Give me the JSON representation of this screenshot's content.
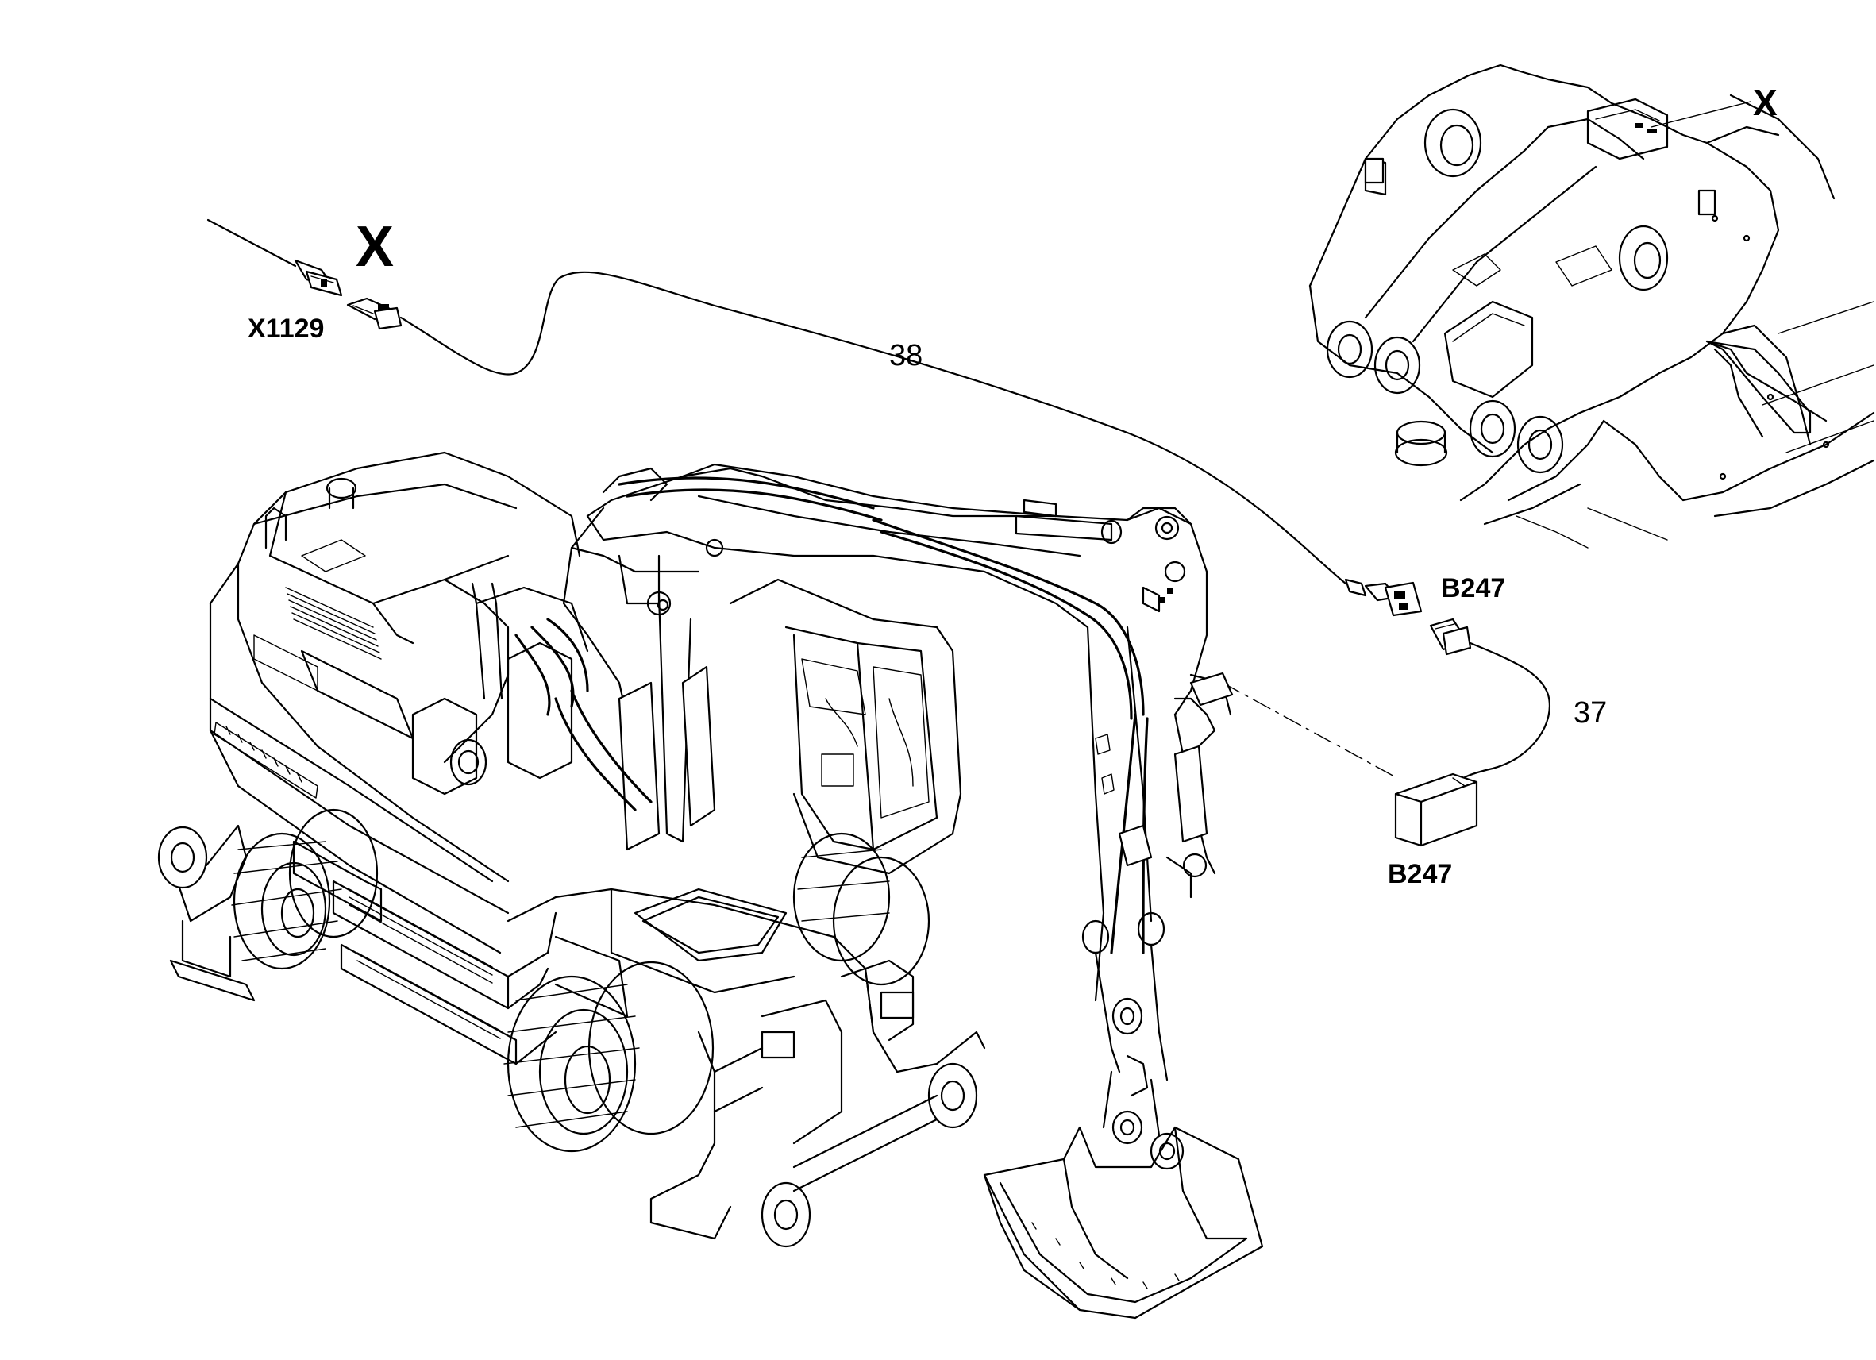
{
  "labels": {
    "view_marker_main": "X",
    "view_marker_detail": "X",
    "connector_x1129": "X1129",
    "connector_b247_top": "B247",
    "sensor_b247": "B247",
    "item_38": "38",
    "item_37": "37"
  },
  "colors": {
    "line": "#000000",
    "background": "#ffffff"
  }
}
